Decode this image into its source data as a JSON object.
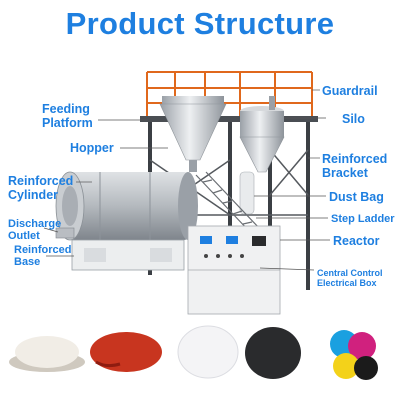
{
  "title": "Product Structure",
  "colors": {
    "accent": "#1e7fe0",
    "steel": "#c8ccd1",
    "rail": "#e0681c",
    "frame": "#3b3f44"
  },
  "labels": {
    "feeding_platform": [
      "Feeding",
      "Platform"
    ],
    "hopper": "Hopper",
    "reinforced_cylinder": [
      "Reinforced",
      "Cylinder"
    ],
    "discharge_outlet": [
      "Discharge",
      "Outlet"
    ],
    "reinforced_base": [
      "Reinforced",
      "Base"
    ],
    "guardrail": "Guardrail",
    "silo": "Silo",
    "reinforced_bracket": [
      "Reinforced",
      "Bracket"
    ],
    "dust_bag": "Dust Bag",
    "step_ladder": "Step Ladder",
    "reactor": "Reactor",
    "central_control": [
      "Central Control",
      "Electrical Box"
    ]
  },
  "samples": [
    {
      "name": "white-powder-bowl",
      "color": "#f1ede6"
    },
    {
      "name": "red-chili-powder",
      "color": "#c8351f"
    },
    {
      "name": "white-powder-pile",
      "color": "#f4f4f6"
    },
    {
      "name": "black-powder-pile",
      "color": "#2a2b2d"
    },
    {
      "name": "colored-pigments",
      "color": "#1aa0e0"
    }
  ]
}
